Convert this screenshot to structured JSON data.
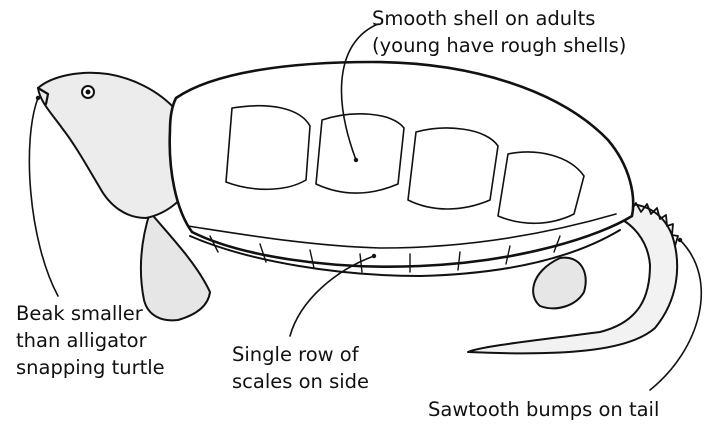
{
  "labels": {
    "shell": {
      "lines": [
        "Smooth shell on adults",
        "(young have rough shells)"
      ]
    },
    "beak": {
      "lines": [
        "Beak smaller",
        "than alligator",
        "snapping turtle"
      ]
    },
    "scales": {
      "lines": [
        "Single row of",
        "scales on side"
      ]
    },
    "tail": {
      "lines": [
        "Sawtooth bumps on tail"
      ]
    }
  },
  "colors": {
    "ink": "#111111",
    "background": "#ffffff"
  }
}
